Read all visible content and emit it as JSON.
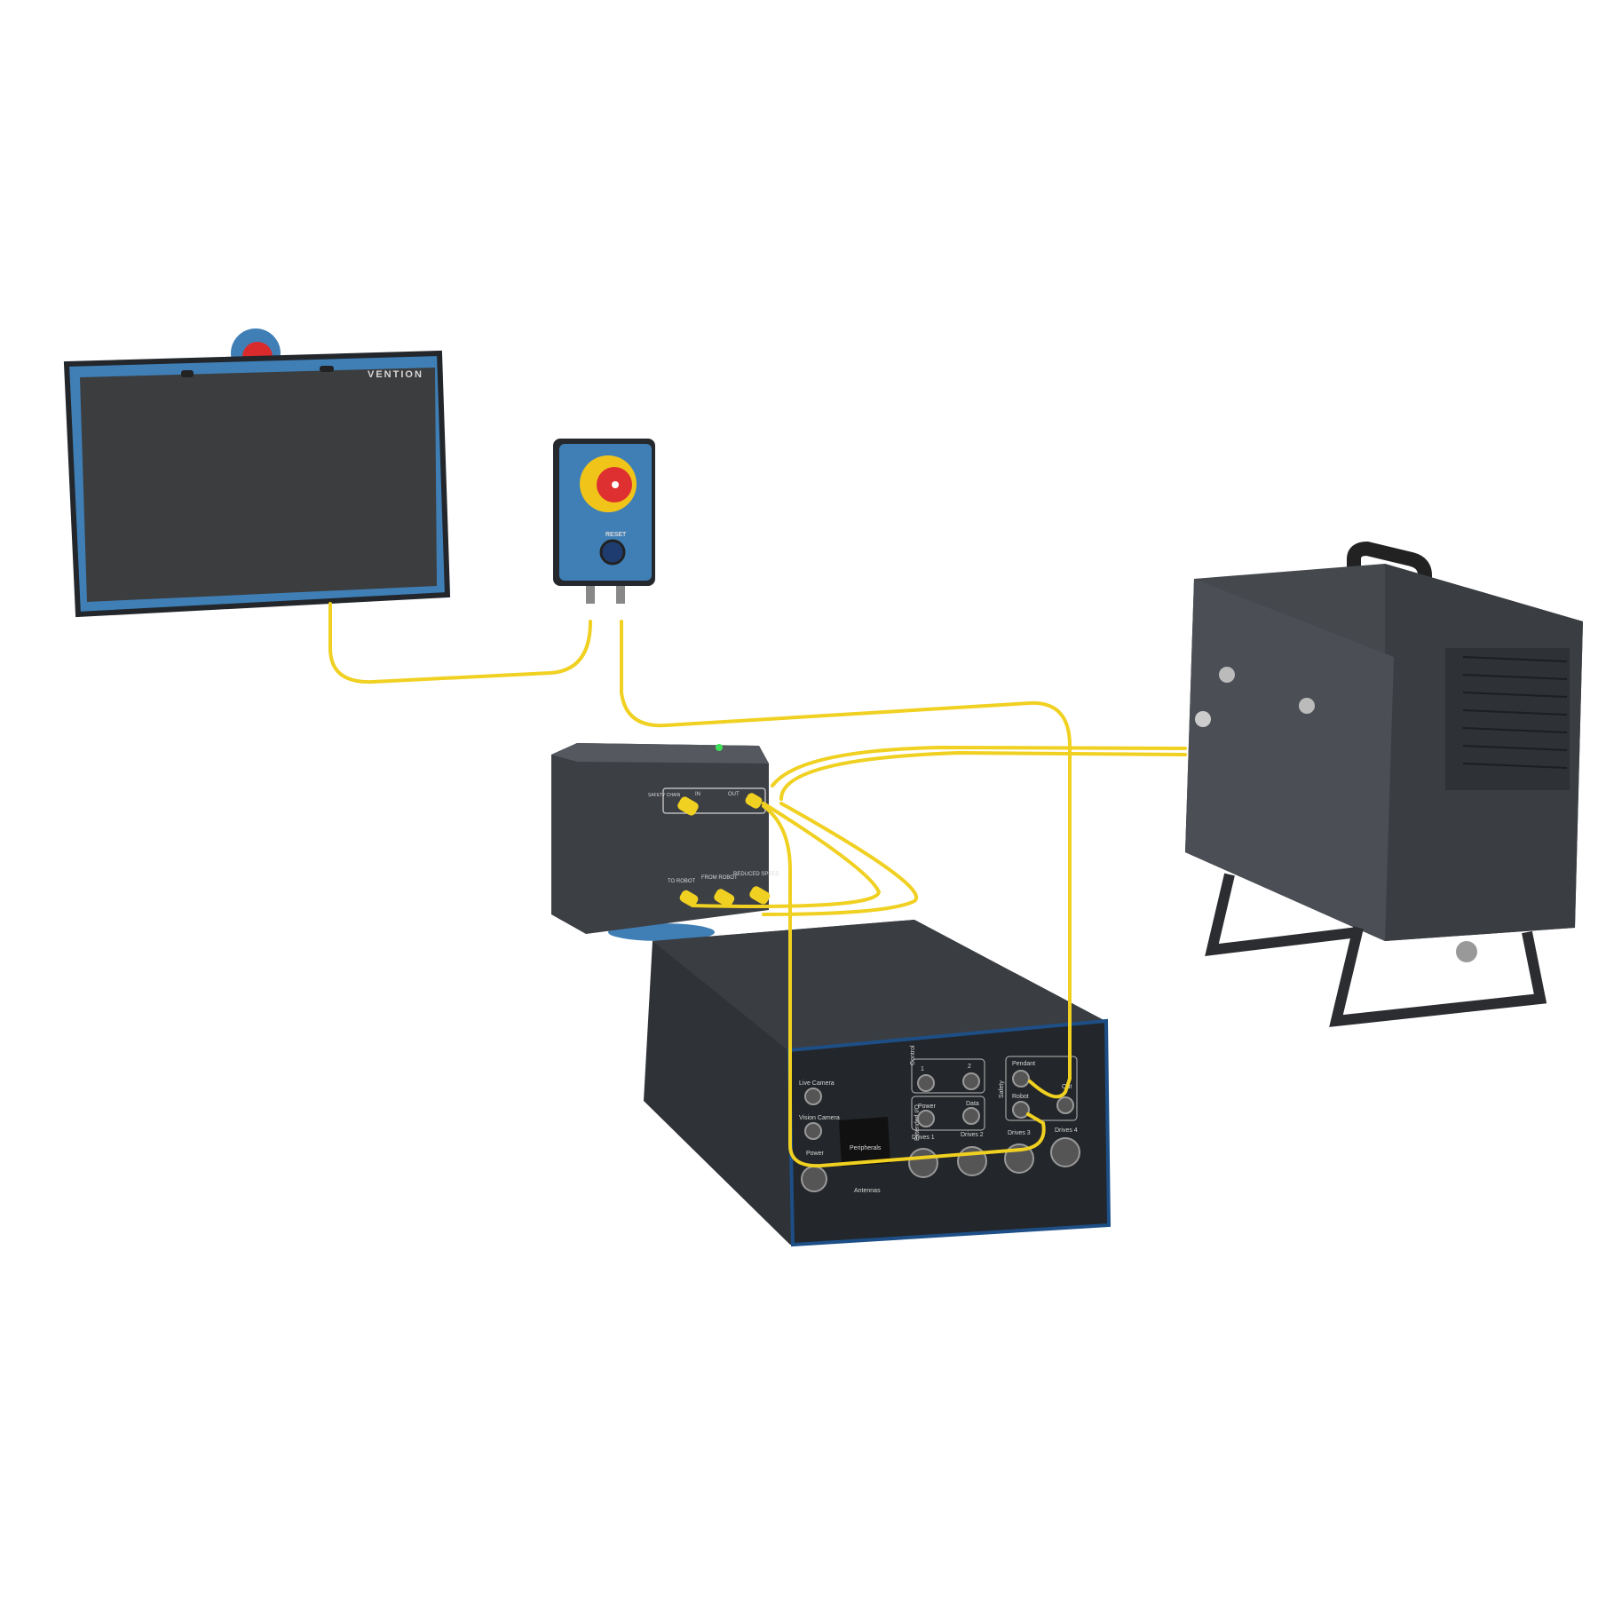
{
  "pendant": {
    "brand": "VENTION"
  },
  "estop_box": {
    "reset_label": "RESET"
  },
  "safety_module": {
    "chain_label": "SAFETY CHAIN",
    "in_label": "IN",
    "out_label": "OUT",
    "to_robot": "TO ROBOT",
    "from_robot": "FROM ROBOT",
    "reduced_speed": "REDUCED SPEED"
  },
  "controller": {
    "live_camera": "Live Camera",
    "vision_camera": "Vision Camera",
    "power": "Power",
    "peripherals": "Peripherals",
    "antennas": "Antennas",
    "control": "Control",
    "control_1": "1",
    "control_2": "2",
    "extended_io": "Extended I/O",
    "eio_power": "Power",
    "eio_data": "Data",
    "safety": "Safety",
    "pendant": "Pendant",
    "robot": "Robot",
    "out": "Out",
    "drives": [
      "Drives 1",
      "Drives 2",
      "Drives 3",
      "Drives 4"
    ]
  },
  "colors": {
    "cable": "#f0d020",
    "blue": "#3f7fb6",
    "body": "#3c3f44"
  }
}
